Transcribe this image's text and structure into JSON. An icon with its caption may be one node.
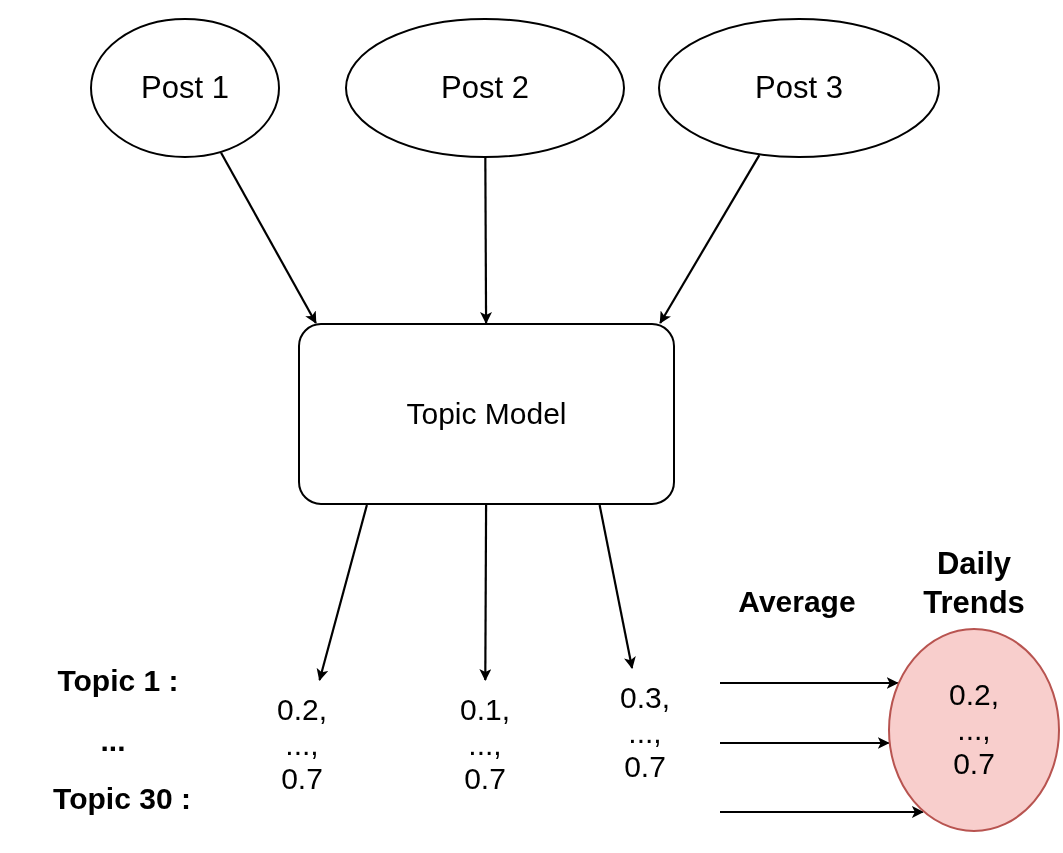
{
  "diagram": {
    "nodes": [
      {
        "text": [
          "Post 1"
        ]
      },
      {
        "text": [
          "Post 2"
        ]
      },
      {
        "text": [
          "Post 3"
        ]
      },
      {
        "text": [
          "Topic Model"
        ]
      },
      {
        "text": [
          "0.2, ..., 0.7"
        ]
      },
      {
        "text": [
          "0.1, ..., 0.7"
        ]
      },
      {
        "text": [
          "0.3, ..., 0.7"
        ]
      },
      {
        "text": [
          "Daily Trends",
          "0.2, ..., 0.7"
        ]
      }
    ],
    "edges": [
      {
        "from": 0,
        "to": 3,
        "arrow": "to"
      },
      {
        "from": 1,
        "to": 3,
        "arrow": "to"
      },
      {
        "from": 2,
        "to": 3,
        "arrow": "to"
      },
      {
        "from": 3,
        "to": 4,
        "arrow": "to"
      },
      {
        "from": 3,
        "to": 5,
        "arrow": "to"
      },
      {
        "from": 3,
        "to": 6,
        "arrow": "to"
      },
      {
        "from": null,
        "to": 7,
        "arrow": "to"
      },
      {
        "from": null,
        "to": 7,
        "arrow": "to"
      },
      {
        "from": null,
        "to": 7,
        "arrow": "to"
      }
    ],
    "labels": [
      "Topic 1 :",
      "...",
      "Topic 30 :",
      "Average"
    ]
  }
}
